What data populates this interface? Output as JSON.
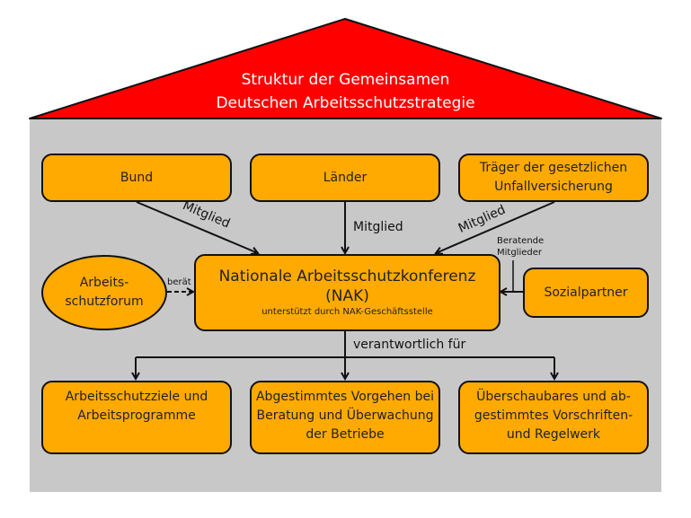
{
  "title": {
    "line1": "Struktur der Gemeinsamen",
    "line2": "Deutschen Arbeitsschutzstrategie"
  },
  "colors": {
    "roof": "#ff0000",
    "house_body": "#c8c8c8",
    "box_fill": "#ffaa00",
    "stroke": "#111111",
    "title_text": "#ffffff"
  },
  "members": {
    "bund": "Bund",
    "laender": "Länder",
    "traeger": "Träger der gesetzlichen\nUnfallversicherung"
  },
  "edge_labels": {
    "bund_mitglied": "Mitglied",
    "laender_mitglied": "Mitglied",
    "traeger_mitglied": "Mitglied",
    "beratende_mitglieder": "Beratende\nMitglieder",
    "beraet": "berät",
    "verantwortlich": "verantwortlich für"
  },
  "center": {
    "title": "Nationale Arbeitsschutzkonferenz (NAK)",
    "subtitle": "unterstützt durch NAK-Geschäftsstelle"
  },
  "forum": "Arbeits-\nschutzforum",
  "sozialpartner": "Sozialpartner",
  "outputs": [
    "Arbeitsschutzziele und\nArbeitsprogramme",
    "Abgestimmtes Vorgehen bei\nBeratung und Überwachung\nder Betriebe",
    "Überschaubares und ab-\ngestimmtes Vorschriften-\nund Regelwerk"
  ]
}
